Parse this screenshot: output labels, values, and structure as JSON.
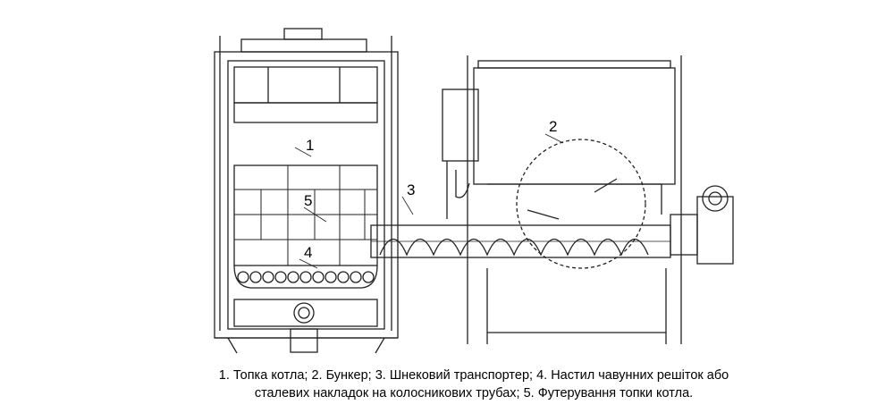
{
  "labels": {
    "furnace": "1",
    "hopper": "2",
    "auger": "3",
    "grate": "4",
    "lining": "5"
  },
  "caption": {
    "line1": "1. Топка котла; 2. Бункер; 3. Шнековий транспортер; 4. Настил чавунних решіток або",
    "line2": "сталевих накладок на колосникових трубах; 5. Футерування топки котла."
  }
}
